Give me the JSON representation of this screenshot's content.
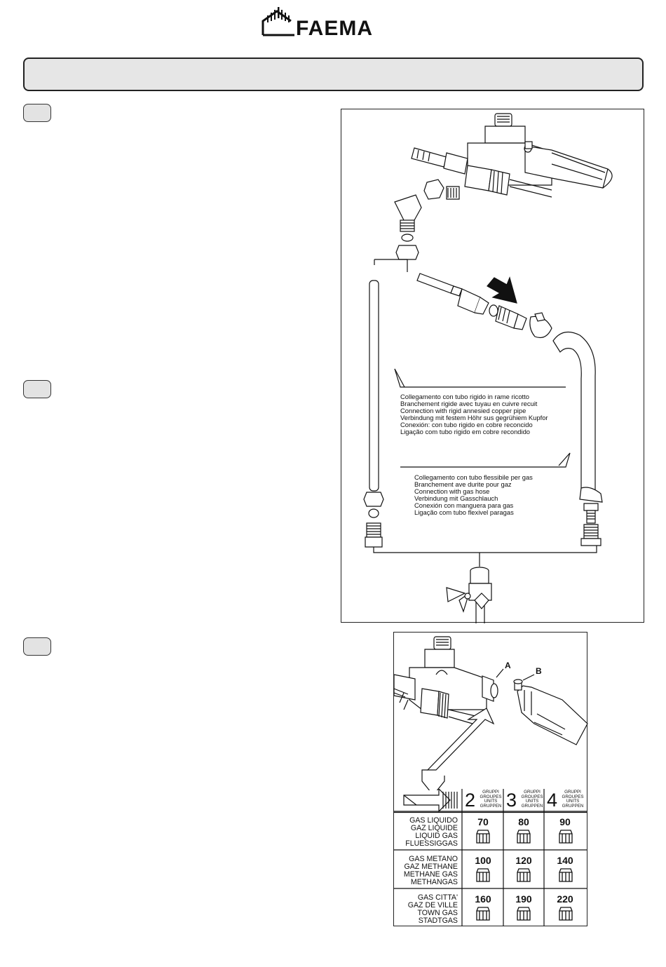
{
  "brand": {
    "name": "FAEMA",
    "logo_icon": "faema-house-logo"
  },
  "steps": [
    "",
    "",
    ""
  ],
  "figure1": {
    "caption_rigid": [
      "Collegamento con tubo rigido in rame ricotto",
      "Branchement rigide avec tuyau en cuivre recuit",
      "Connection with rigid annesied copper pipe",
      "Verbindung mit festem Höhr sus gegrühiem Kupfor",
      "Conexión: con tubo rigido en cobre reconcido",
      "Ligação com tubo rigido em cobre recondido"
    ],
    "caption_hose": [
      "Collegamento con tubo flessibile per gas",
      "Branchement ave durite pour gaz",
      "Connection with gas hose",
      "Verbindung mit Gasschlauch",
      "Conexión con manguera para gas",
      "Ligação com tubo flexivel paragas"
    ]
  },
  "figure2": {
    "label_a": "A",
    "label_b": "B",
    "table": {
      "columns": [
        {
          "number": "2",
          "words": [
            "GRUPPI",
            "GROUPES",
            "UNITS",
            "GRUPPEN"
          ]
        },
        {
          "number": "3",
          "words": [
            "GRUPPI",
            "GROUPES",
            "UNITS",
            "GRUPPEN"
          ]
        },
        {
          "number": "4",
          "words": [
            "GRUPPI",
            "GROUPES",
            "UNITS",
            "GRUPPEN"
          ]
        }
      ],
      "rows": [
        {
          "names": [
            "GAS LIQUIDO",
            "GAZ LIQUIDE",
            "LIQUID GAS",
            "FLUESSIGGAS"
          ],
          "values": [
            "70",
            "80",
            "90"
          ]
        },
        {
          "names": [
            "GAS METANO",
            "GAZ METHANE",
            "METHANE GAS",
            "METHANGAS"
          ],
          "values": [
            "100",
            "120",
            "140"
          ]
        },
        {
          "names": [
            "GAS CITTA'",
            "GAZ DE VILLE",
            "TOWN GAS",
            "STADTGAS"
          ],
          "values": [
            "160",
            "190",
            "220"
          ]
        }
      ]
    }
  }
}
